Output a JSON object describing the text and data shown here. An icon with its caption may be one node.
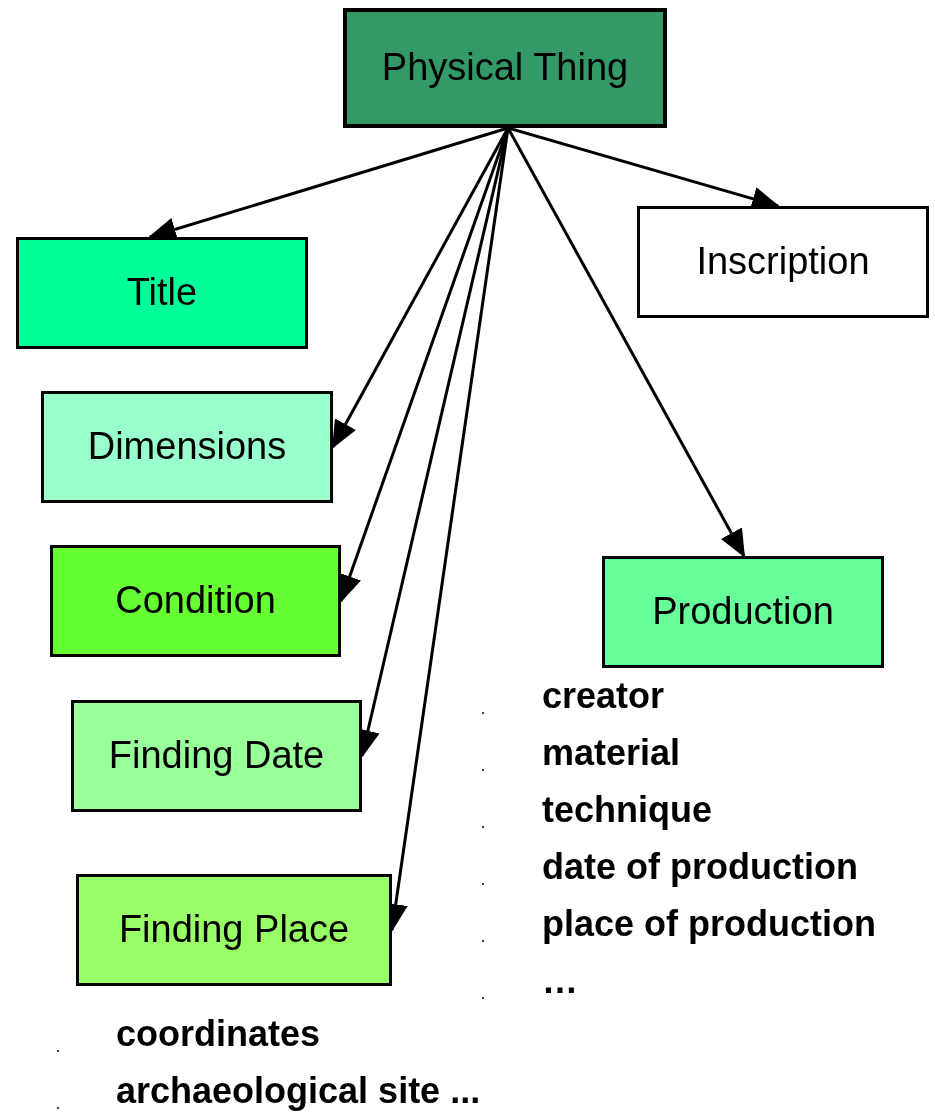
{
  "diagram": {
    "nodes": [
      {
        "text": [
          "Physical Thing"
        ]
      },
      {
        "text": [
          "Title"
        ]
      },
      {
        "text": [
          "Inscription"
        ]
      },
      {
        "text": [
          "Dimensions"
        ]
      },
      {
        "text": [
          "Condition"
        ]
      },
      {
        "text": [
          "Production"
        ],
        "beside": [
          "creator",
          "material",
          "technique",
          "date of production",
          "place of production",
          "…"
        ]
      },
      {
        "text": [
          "Finding Date"
        ]
      },
      {
        "text": [
          "Finding Place"
        ],
        "beside": [
          "coordinates",
          "archaeological site ..."
        ]
      }
    ],
    "edges": [
      {
        "from": 0,
        "to": 1,
        "arrow": "to"
      },
      {
        "from": 0,
        "to": 2,
        "arrow": "to"
      },
      {
        "from": 0,
        "to": 3,
        "arrow": "to"
      },
      {
        "from": 0,
        "to": 4,
        "arrow": "to"
      },
      {
        "from": 0,
        "to": 5,
        "arrow": "to"
      },
      {
        "from": 0,
        "to": 6,
        "arrow": "to"
      },
      {
        "from": 0,
        "to": 7,
        "arrow": "to"
      }
    ]
  }
}
